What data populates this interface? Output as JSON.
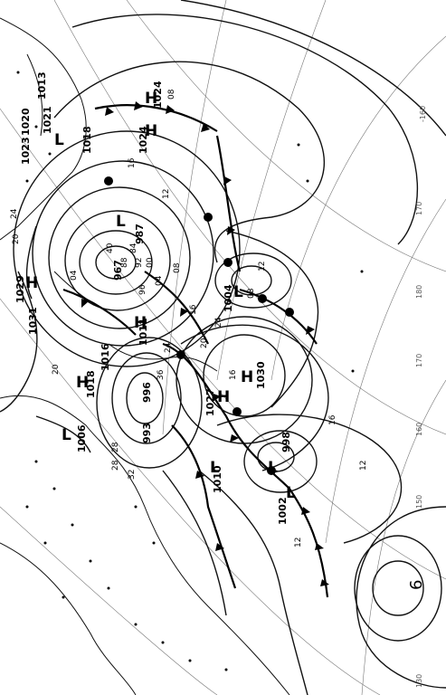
{
  "chart": {
    "highs": [
      {
        "letter": "H",
        "value": "1024"
      },
      {
        "letter": "H",
        "value": "1024"
      },
      {
        "letter": "H",
        "value": "1029"
      },
      {
        "letter": "H",
        "value": "1031"
      },
      {
        "letter": "H",
        "value": "1018"
      },
      {
        "letter": "H",
        "value": "1016"
      },
      {
        "letter": "H",
        "value": "1011"
      },
      {
        "letter": "H",
        "value": "1027"
      },
      {
        "letter": "H",
        "value": "1030"
      },
      {
        "letter": "H",
        "value": "1020"
      },
      {
        "letter": "H",
        "value": "1023"
      },
      {
        "letter": "H",
        "value": "1018"
      }
    ],
    "lows": [
      {
        "letter": "L",
        "value": "987"
      },
      {
        "letter": "L",
        "value": "967"
      },
      {
        "letter": "L",
        "value": "1004"
      },
      {
        "letter": "L",
        "value": "996"
      },
      {
        "letter": "L",
        "value": "993"
      },
      {
        "letter": "L",
        "value": "1006"
      },
      {
        "letter": "L",
        "value": "998"
      },
      {
        "letter": "L",
        "value": "1010"
      },
      {
        "letter": "L",
        "value": "1002"
      },
      {
        "letter": "L",
        "value": "1013"
      },
      {
        "letter": "L",
        "value": "1021"
      }
    ],
    "isobar_labels": [
      "16",
      "12",
      "08",
      "04",
      "00",
      "96",
      "92",
      "88",
      "84",
      "20",
      "24",
      "28",
      "32",
      "36",
      "16",
      "12",
      "08",
      "20",
      "24",
      "28",
      "16",
      "12",
      "16",
      "12",
      "08",
      "04",
      "20",
      "24",
      "40"
    ],
    "longitude_labels": [
      "-160",
      "170",
      "180",
      "170",
      "160",
      "150",
      "130"
    ],
    "corner_label": "6",
    "colors": {
      "ink": "#000000",
      "grid": "#777777",
      "paper": "#ffffff"
    }
  }
}
